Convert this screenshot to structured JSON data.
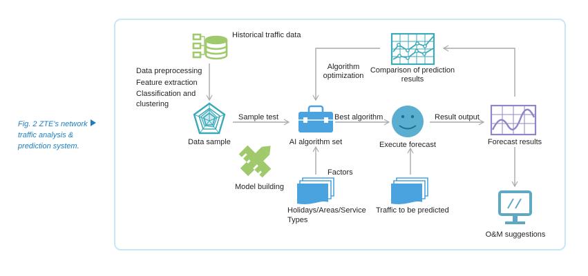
{
  "caption": {
    "text": "Fig. 2 ZTE's network traffic analysis & prediction system.",
    "arrow_icon": "triangle-right-icon"
  },
  "colors": {
    "caption": "#1a7fc1",
    "frame_border": "#c8e6f5",
    "arrow": "#a7a9ac",
    "green": "#9fc96b",
    "teal": "#3aa9b8",
    "blue": "#4aa3df",
    "smiley": "#5aaed0",
    "purple": "#8e84c6",
    "monitor": "#5fa8c4"
  },
  "nodes": {
    "historical_data": {
      "label": "Historical traffic data",
      "icon": "database-icon"
    },
    "preprocessing": {
      "lines": [
        "Data preprocessing",
        "Feature extraction",
        "Classification and",
        "clustering"
      ]
    },
    "data_sample": {
      "label": "Data sample",
      "icon": "radar-chart-icon"
    },
    "ai_set": {
      "label": "AI algorithm set",
      "icon": "toolbox-icon"
    },
    "execute": {
      "label": "Execute forecast",
      "icon": "smiley-icon"
    },
    "forecast_results": {
      "label": "Forecast results",
      "icon": "wave-chart-icon"
    },
    "comparison": {
      "label_line1": "Comparison of prediction",
      "label_line2": "results",
      "icon": "line-chart-icon"
    },
    "model_building": {
      "label": "Model building",
      "icon": "pencil-ruler-icon"
    },
    "factors_docs": {
      "label_line1": "Holidays/Areas/Service",
      "label_line2": "Types",
      "icon": "documents-icon"
    },
    "traffic_docs": {
      "label": "Traffic to be predicted",
      "icon": "documents-icon"
    },
    "om": {
      "label": "O&M suggestions",
      "icon": "monitor-icon"
    }
  },
  "edges": {
    "sample_test": "Sample test",
    "best_algorithm": "Best algorithm",
    "result_output": "Result output",
    "algorithm_optimization_line1": "Algorithm",
    "algorithm_optimization_line2": "optimization",
    "factors": "Factors"
  }
}
